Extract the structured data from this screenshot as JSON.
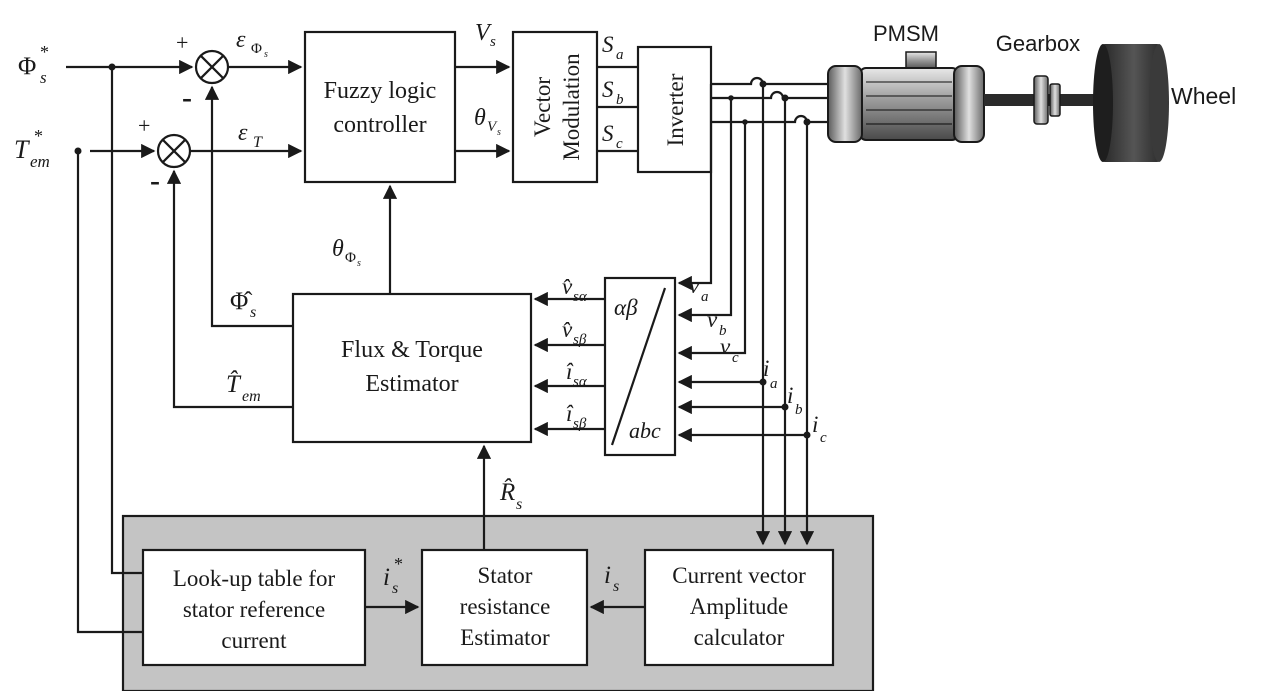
{
  "blocks": {
    "fuzzy": [
      "Fuzzy logic",
      "controller"
    ],
    "vector_modulation": [
      "Vector",
      "Modulation"
    ],
    "inverter": "Inverter",
    "estimator": [
      "Flux & Torque",
      "Estimator"
    ],
    "transform_top": "αβ",
    "transform_bottom": "abc",
    "lookup": [
      "Look-up table for",
      "stator reference",
      "current"
    ],
    "stator_res": [
      "Stator",
      "resistance",
      "Estimator"
    ],
    "current_vec": [
      "Current vector",
      "Amplitude",
      "calculator"
    ]
  },
  "machines": {
    "motor": "PMSM",
    "gearbox": "Gearbox",
    "wheel": "Wheel"
  },
  "signs": {
    "plus": "+",
    "minus": "-"
  },
  "inputs": {
    "flux_ref": {
      "base": "Φ",
      "sub": "s",
      "sup": "*"
    },
    "torque_ref": {
      "base": "T",
      "sub": "em",
      "sup": "*"
    }
  },
  "signals": {
    "eps_flux": {
      "base": "ε",
      "sub": "Φ",
      "subsub": "s"
    },
    "eps_torque": {
      "base": "ε",
      "sub": "T"
    },
    "vs": {
      "base": "V",
      "sub": "s"
    },
    "theta_vs": {
      "base": "θ",
      "sub": "V",
      "subsub": "s"
    },
    "theta_flux": {
      "base": "θ",
      "sub": "Φ",
      "subsub": "s"
    },
    "flux_hat": {
      "base": "Φ̂",
      "sub": "s"
    },
    "torque_hat": {
      "base": "T̂",
      "sub": "em"
    },
    "rs_hat": {
      "base": "R̂",
      "sub": "s"
    },
    "is_ref": {
      "base": "i",
      "sub": "s",
      "sup": "*"
    },
    "is": {
      "base": "i",
      "sub": "s"
    },
    "sa": {
      "base": "S",
      "sub": "a"
    },
    "sb": {
      "base": "S",
      "sub": "b"
    },
    "sc": {
      "base": "S",
      "sub": "c"
    },
    "va": {
      "base": "v",
      "sub": "a"
    },
    "vb": {
      "base": "v",
      "sub": "b"
    },
    "vc": {
      "base": "v",
      "sub": "c"
    },
    "ia": {
      "base": "i",
      "sub": "a"
    },
    "ib": {
      "base": "i",
      "sub": "b"
    },
    "ic": {
      "base": "i",
      "sub": "c"
    },
    "vsa": {
      "base": "v̂",
      "sub": "sα"
    },
    "vsb": {
      "base": "v̂",
      "sub": "sβ"
    },
    "isa": {
      "base": "î",
      "sub": "sα"
    },
    "isb": {
      "base": "î",
      "sub": "sβ"
    }
  },
  "colors": {
    "panel": "#c4c4c4",
    "line": "#1a1a1a",
    "motor": "#9a9a9a",
    "wheel": "#3c3c3c"
  }
}
